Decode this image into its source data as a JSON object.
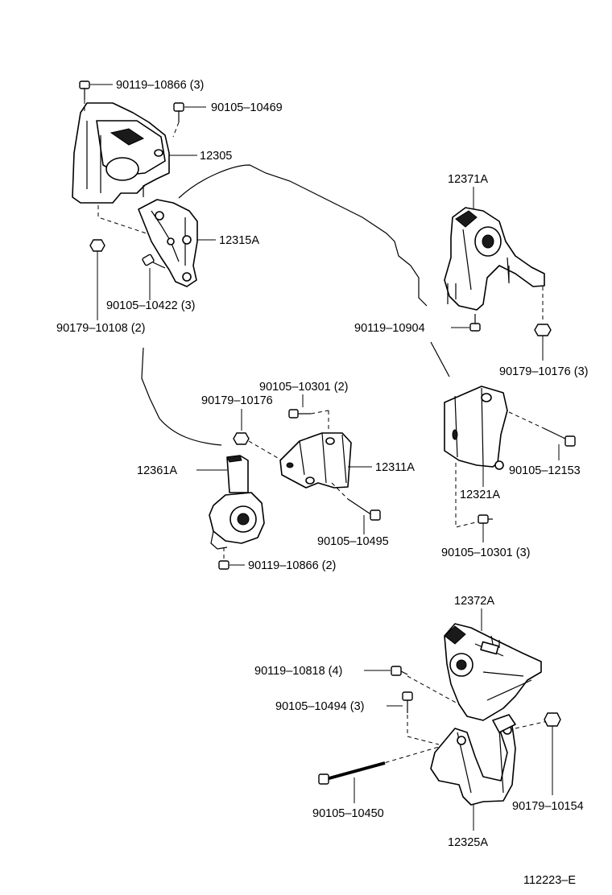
{
  "diagram": {
    "figure_id": "112223–E",
    "parts": {
      "p12305": "12305",
      "p12315A": "12315A",
      "p12371A": "12371A",
      "p12361A": "12361A",
      "p12311A": "12311A",
      "p12321A": "12321A",
      "p12372A": "12372A",
      "p12325A": "12325A"
    },
    "fasteners": {
      "f1": "90119–10866 (3)",
      "f2": "90105–10469",
      "f3": "90105–10422 (3)",
      "f4": "90179–10108 (2)",
      "f5": "90119–10904",
      "f6": "90179–10176 (3)",
      "f7": "90105–10301 (2)",
      "f8": "90179–10176",
      "f9": "90105–12153",
      "f10": "90105–10495",
      "f11": "90119–10866 (2)",
      "f12": "90105–10301 (3)",
      "f13": "90119–10818 (4)",
      "f14": "90105–10494 (3)",
      "f15": "90105–10450",
      "f16": "90179–10154"
    }
  }
}
